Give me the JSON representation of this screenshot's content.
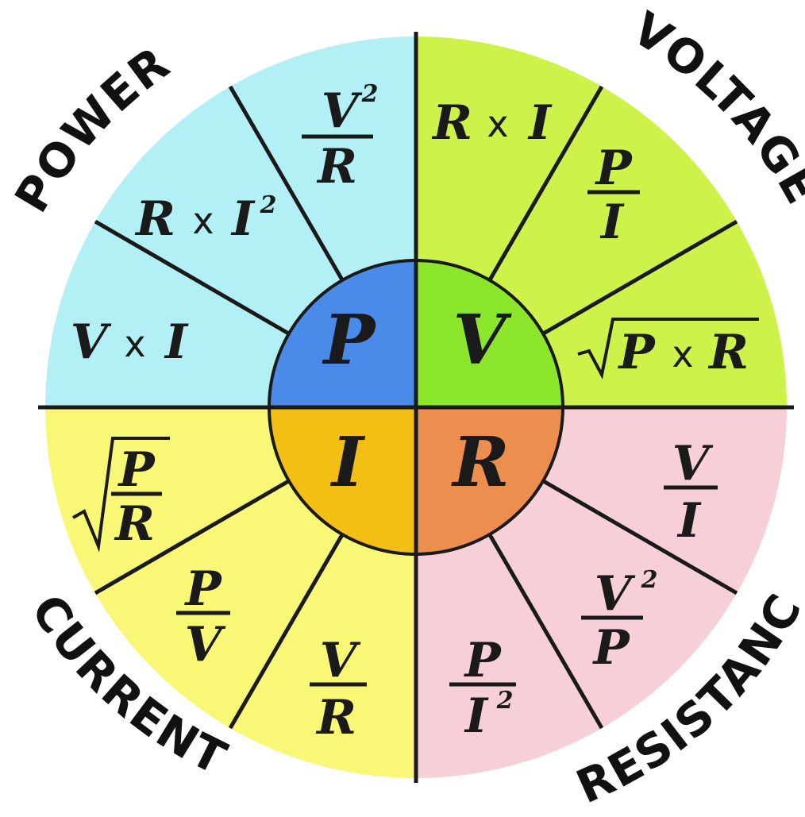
{
  "colors": {
    "power_outer": "#b2f0f5",
    "voltage_outer": "#cdf24a",
    "current_outer": "#f9f776",
    "resistance_outer": "#f7cfd6",
    "power_center": "#4a8ae8",
    "voltage_center": "#8be62c",
    "current_center": "#f4bf14",
    "resistance_center": "#ec8f4e",
    "lines": "#1a1a1a"
  },
  "labels": {
    "power": "POWER",
    "voltage": "VOLTAGE",
    "current": "CURRENT",
    "resistance": "RESISTANCE"
  },
  "centers": {
    "p": "P",
    "v": "V",
    "i": "I",
    "r": "R"
  },
  "formulas": {
    "power_v2_over_r": {
      "num": "V",
      "sup": "2",
      "den": "R"
    },
    "power_r_i2": {
      "a": "R",
      "op": "x",
      "b": "I",
      "sup": "2"
    },
    "power_v_i": {
      "a": "V",
      "op": "x",
      "b": "I"
    },
    "voltage_r_i": {
      "a": "R",
      "op": "x",
      "b": "I"
    },
    "voltage_p_over_i": {
      "num": "P",
      "den": "I"
    },
    "voltage_sqrt_pr": {
      "a": "P",
      "op": "x",
      "b": "R"
    },
    "current_sqrt_p_over_r": {
      "num": "P",
      "den": "R"
    },
    "current_p_over_v": {
      "num": "P",
      "den": "V"
    },
    "current_v_over_r": {
      "num": "V",
      "den": "R"
    },
    "resistance_v_over_i": {
      "num": "V",
      "den": "I"
    },
    "resistance_v2_over_p": {
      "num": "V",
      "sup": "2",
      "den": "P"
    },
    "resistance_p_over_i2": {
      "num": "P",
      "den": "I",
      "sup": "2"
    }
  }
}
